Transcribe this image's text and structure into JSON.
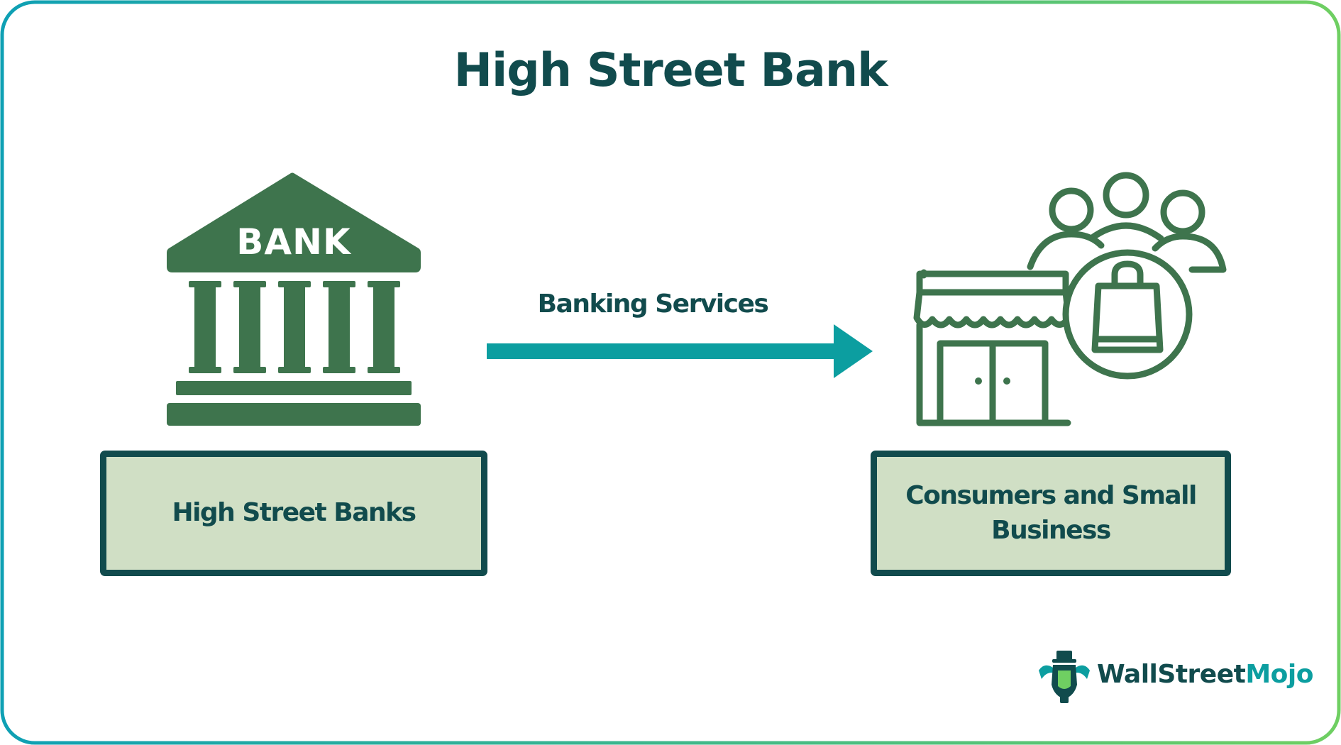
{
  "title": "High Street Bank",
  "source": {
    "label": "High Street Banks",
    "icon": "bank-building-icon",
    "icon_text": "BANK"
  },
  "flow": {
    "label": "Banking Services",
    "icon": "right-arrow-icon"
  },
  "target": {
    "label": "Consumers and Small Business",
    "icon": "storefront-customers-shopping-bag-icon"
  },
  "brand": {
    "name_part1": "WallStreet",
    "name_part2": "Mojo",
    "icon": "bull-mascot-logo"
  },
  "colors": {
    "dark_teal": "#114b4d",
    "icon_green": "#3e744d",
    "arrow_teal": "#0c9ea0",
    "box_fill": "#d0dfc5",
    "frame_gradient_start": "#0ea0b4",
    "frame_gradient_end": "#6fcf62"
  }
}
